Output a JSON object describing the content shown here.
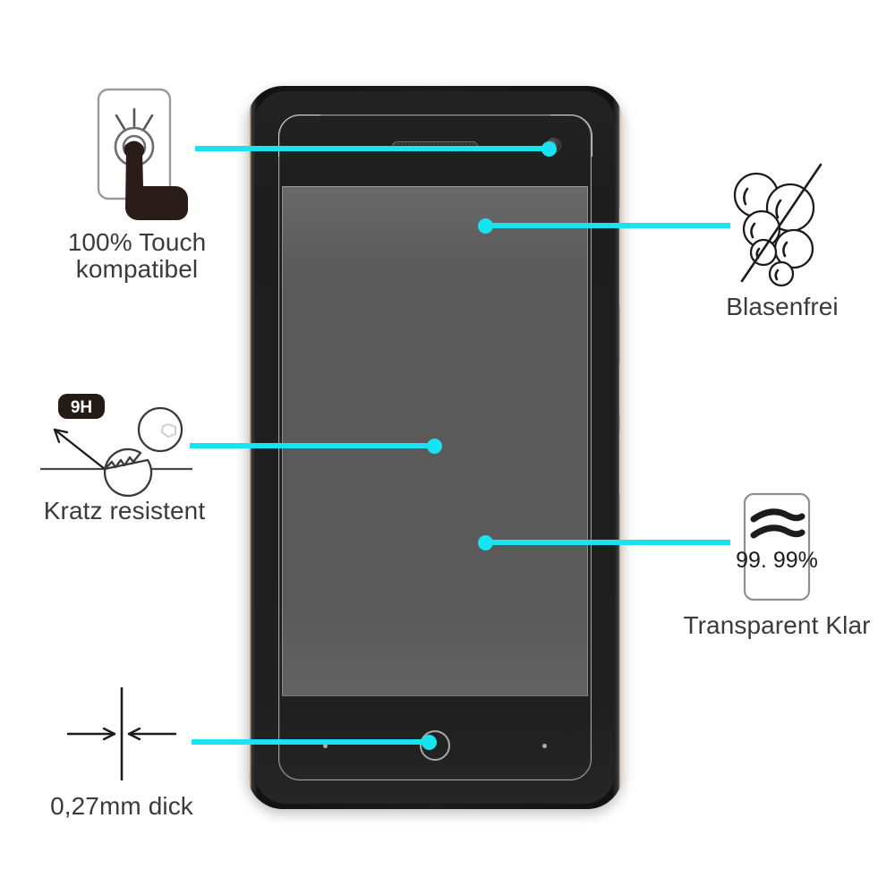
{
  "product": {
    "type": "tempered-glass-screen-protector-infographic",
    "language": "de",
    "background_color": "#ffffff",
    "accent_color": "#17e4f0",
    "text_color": "#3b3b3b"
  },
  "features": [
    {
      "id": "touch",
      "icon": "touch-hand-icon",
      "label": "100% Touch\nkompatibel",
      "side": "left",
      "callout_target": "phone-top-bezel"
    },
    {
      "id": "scratch",
      "icon": "key-9h-icon",
      "badge": "9H",
      "label": "Kratz resistent",
      "side": "left",
      "callout_target": "phone-screen-middle"
    },
    {
      "id": "thickness",
      "icon": "thickness-arrows-icon",
      "label": "0,27mm dick",
      "side": "left",
      "callout_target": "phone-bottom-bezel"
    },
    {
      "id": "bubble",
      "icon": "no-bubbles-icon",
      "label": "Blasenfrei",
      "side": "right",
      "callout_target": "phone-screen-upper"
    },
    {
      "id": "clarity",
      "icon": "transparency-icon",
      "value": "99. 99%",
      "label": "Transparent Klar",
      "side": "right",
      "callout_target": "phone-screen-lower"
    }
  ],
  "phone": {
    "name": "smartphone-mockup",
    "frame_color": "#1b1b1b",
    "edge_color": "#e9ddd4",
    "screen_color": "#5a5a5a",
    "components": [
      {
        "name": "earpiece-speaker-grille"
      },
      {
        "name": "front-camera"
      },
      {
        "name": "home-button"
      },
      {
        "name": "capacitive-dot-left"
      },
      {
        "name": "capacitive-dot-right"
      },
      {
        "name": "screen-protector-overlay"
      },
      {
        "name": "volume-button"
      },
      {
        "name": "power-button"
      }
    ]
  }
}
